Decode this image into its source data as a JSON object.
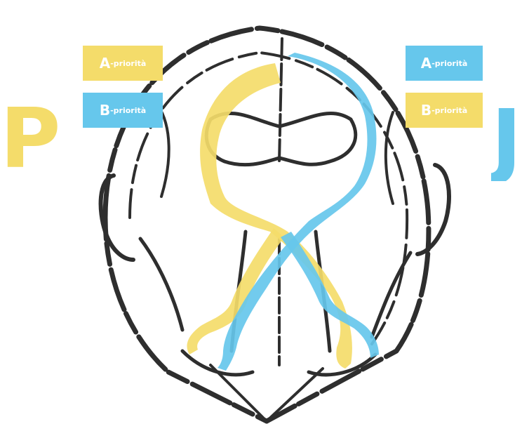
{
  "colors": {
    "yellow": "#f4dc6a",
    "blue": "#66c7ec",
    "outline": "#2e2e2e"
  },
  "left_side": {
    "letter": "P",
    "letter_color": "#f4dc6a",
    "labels": [
      {
        "prefix": "A",
        "suffix": "-priorità",
        "color": "#f4dc6a"
      },
      {
        "prefix": "B",
        "suffix": "-priorità",
        "color": "#66c7ec"
      }
    ]
  },
  "right_side": {
    "letter": "J",
    "letter_color": "#66c7ec",
    "labels": [
      {
        "prefix": "A",
        "suffix": "-priorità",
        "color": "#66c7ec"
      },
      {
        "prefix": "B",
        "suffix": "-priorità",
        "color": "#f4dc6a"
      }
    ]
  }
}
